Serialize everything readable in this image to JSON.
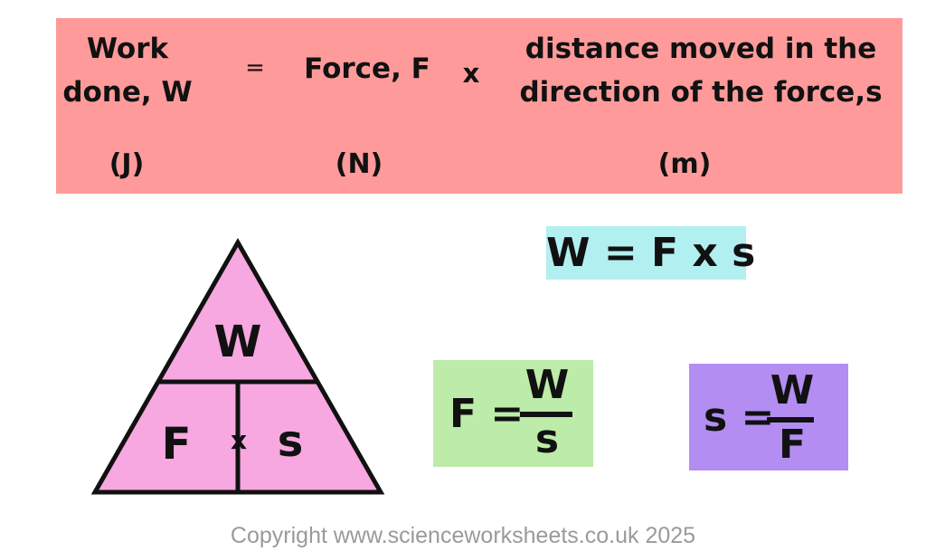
{
  "banner": {
    "work_label": "Work\ndone, W",
    "equals": "=",
    "force_label": "Force, F",
    "times": "x",
    "distance_label": "distance moved in the\ndirection of the force,s",
    "units": {
      "work": "(J)",
      "force": "(N)",
      "distance": "(m)"
    },
    "background_color": "#ff9a9a"
  },
  "triangle": {
    "top": "W",
    "bottom_left": "F",
    "bottom_middle": "x",
    "bottom_right": "s",
    "fill_color": "#f8a8e0"
  },
  "formulas": {
    "work": {
      "text": "W = F x s",
      "background_color": "#b1eff0"
    },
    "force": {
      "lhs": "F =",
      "numerator": "W",
      "denominator": "s",
      "background_color": "#bdeba9"
    },
    "distance": {
      "lhs": "s =",
      "numerator": "W",
      "denominator": "F",
      "background_color": "#b38df2"
    }
  },
  "footer": {
    "copyright": "Copyright www.scienceworksheets.co.uk 2025"
  }
}
